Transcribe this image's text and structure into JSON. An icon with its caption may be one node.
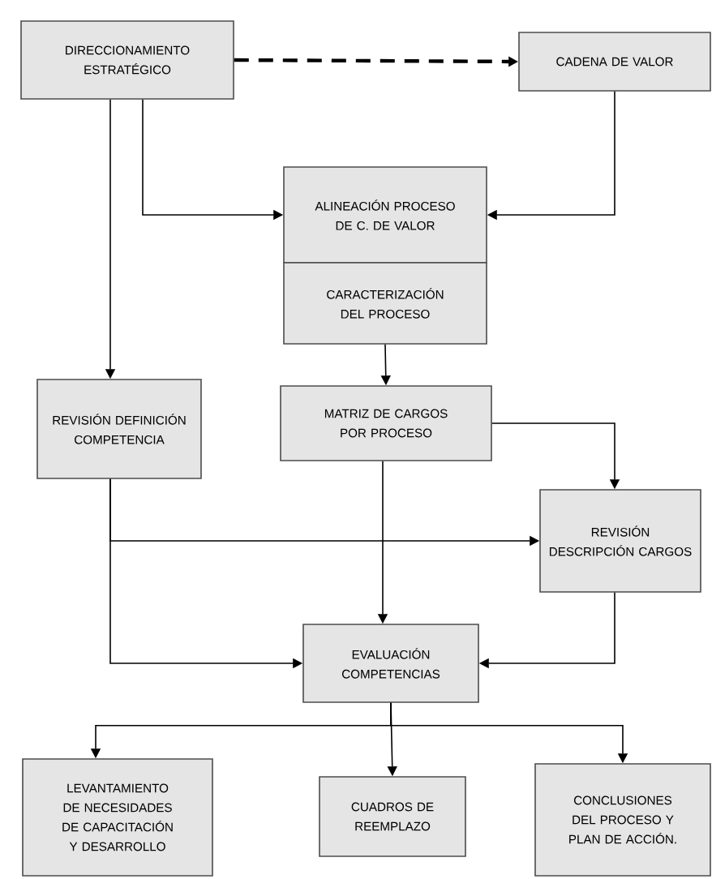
{
  "diagram": {
    "nodes": [
      {
        "text": [
          "DIRECCIONAMIENTO ESTRATÉGICO"
        ]
      },
      {
        "text": [
          "CADENA DE VALOR"
        ]
      },
      {
        "text": [
          "ALINEACIÓN PROCESO DE C. DE VALOR"
        ]
      },
      {
        "text": [
          "CARACTERIZACIÓN DEL PROCESO"
        ]
      },
      {
        "text": [
          "REVISIÓN DEFINICIÓN COMPETENCIA"
        ]
      },
      {
        "text": [
          "MATRIZ DE CARGOS POR PROCESO"
        ]
      },
      {
        "text": [
          "REVISIÓN DESCRIPCIÓN CARGOS"
        ]
      },
      {
        "text": [
          "EVALUACIÓN COMPETENCIAS"
        ]
      },
      {
        "text": [
          "LEVANTAMIENTO DE NECESIDADES DE CAPACITACIÓN Y DESARROLLO"
        ]
      },
      {
        "text": [
          "CUADROS DE REEMPLAZO"
        ]
      },
      {
        "text": [
          "CONCLUSIONES DEL PROCESO Y PLAN DE ACCIÓN."
        ]
      }
    ],
    "edges": [
      {
        "from": 0,
        "to": 1,
        "arrow": "to",
        "style": "dashed"
      },
      {
        "from": 0,
        "to": 2,
        "arrow": "to"
      },
      {
        "from": 1,
        "to": 2,
        "arrow": "to"
      },
      {
        "from": 0,
        "to": 4,
        "arrow": "to"
      },
      {
        "from": 3,
        "to": 5,
        "arrow": "to"
      },
      {
        "from": 5,
        "to": 6,
        "arrow": "to"
      },
      {
        "from": 4,
        "to": 6,
        "arrow": "to"
      },
      {
        "from": 4,
        "to": 7,
        "arrow": "to"
      },
      {
        "from": 5,
        "to": 7,
        "arrow": "to"
      },
      {
        "from": 6,
        "to": 7,
        "arrow": "to"
      },
      {
        "from": 7,
        "to": 8,
        "arrow": "to"
      },
      {
        "from": 7,
        "to": 9,
        "arrow": "to"
      },
      {
        "from": 7,
        "to": 10,
        "arrow": "to"
      }
    ]
  }
}
